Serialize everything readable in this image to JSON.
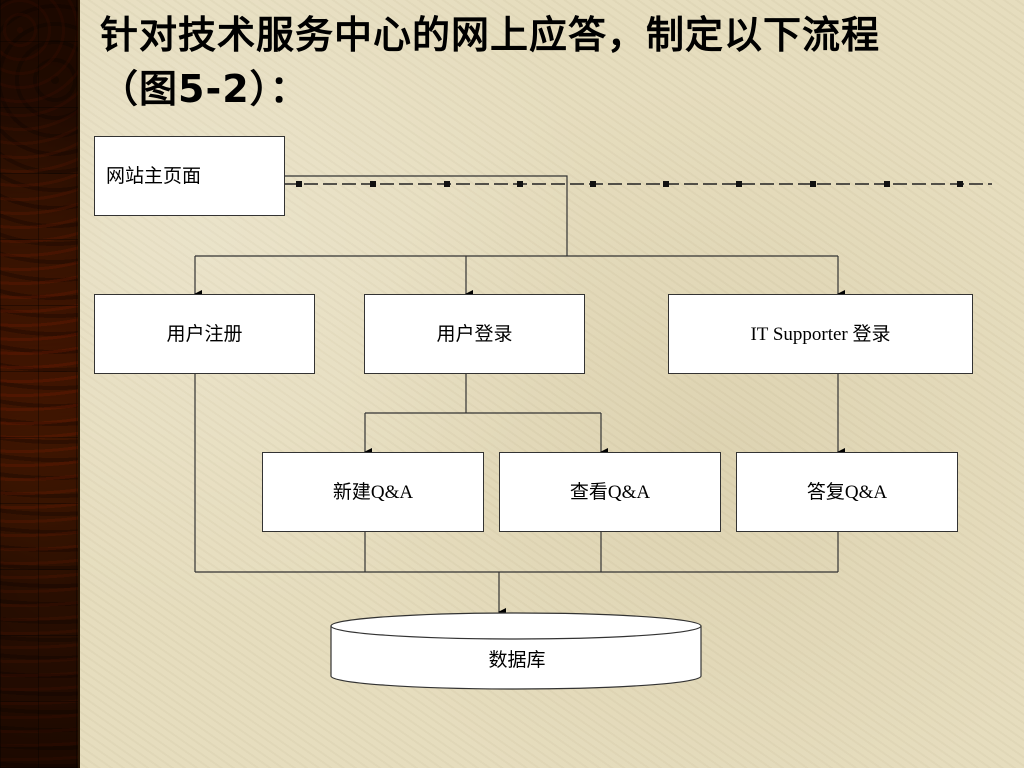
{
  "slide": {
    "title_line1": "针对技术服务中心的网上应答，制定以下流程",
    "title_line2": "（图5-2）："
  },
  "flowchart": {
    "home": "网站主页面",
    "register": "用户注册",
    "login": "用户登录",
    "it_login": "IT Supporter 登录",
    "new_qa": "新建Q&A",
    "view_qa": "查看Q&A",
    "reply_qa": "答复Q&A",
    "database": "数据库"
  }
}
